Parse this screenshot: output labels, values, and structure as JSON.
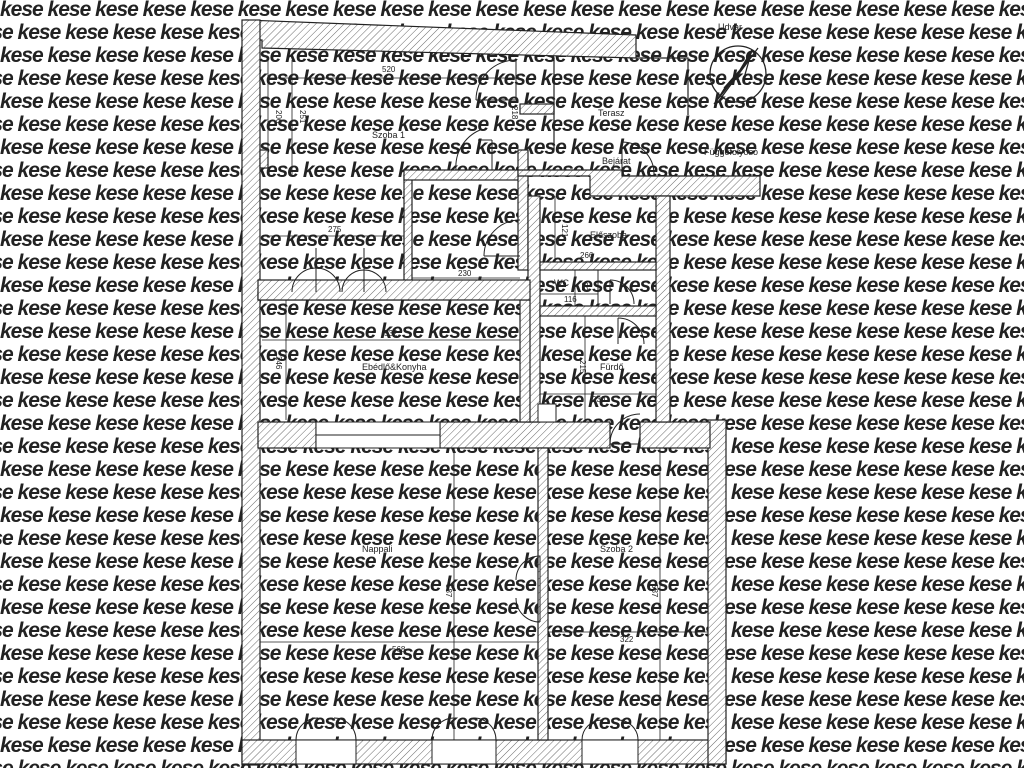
{
  "watermark": "kese",
  "compass": {
    "label": "Udvar"
  },
  "rooms": {
    "szoba1": "Szoba 1",
    "terasz": "Terasz",
    "bejarat": "Bejárat",
    "fuggofolyoso": "Függőfolyosó",
    "eloszoba": "Előszoba",
    "wc": "WC",
    "ebedlo": "Ebédlő&Konyha",
    "furdo": "Fürdő",
    "nappali": "Nappali",
    "szoba2": "Szoba 2"
  },
  "dimensions": {
    "szoba1_width": "520",
    "szoba1_h1": "206",
    "szoba1_h2": "251",
    "small_218": "218",
    "closet_275": "275",
    "hall_230": "230",
    "elo_121": "121",
    "elo_266": "266",
    "wc_82": "82",
    "wc_116": "116",
    "ebedlo_532": "532",
    "ebedlo_246": "246",
    "furdo_215": "215",
    "furdo_230": "230",
    "nappali_568": "568",
    "nappali_587": "587",
    "szoba2_322": "322",
    "szoba2_587": "587"
  },
  "colors": {
    "wall": "#ffffff",
    "hatch": "#6a6a6a",
    "line": "#222222"
  }
}
